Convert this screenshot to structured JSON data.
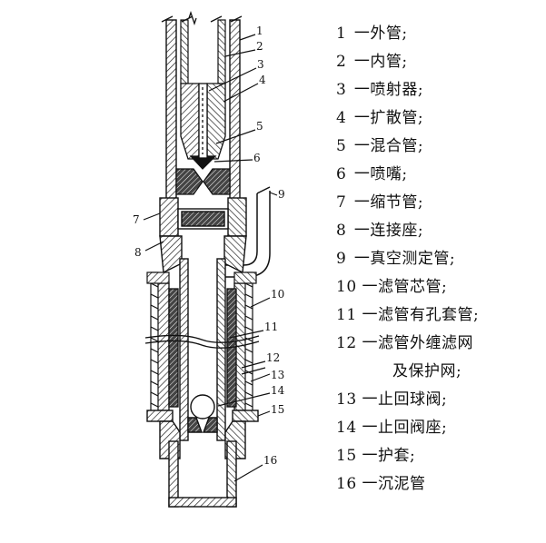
{
  "callouts": [
    "1",
    "2",
    "3",
    "4",
    "5",
    "6",
    "7",
    "8",
    "9",
    "10",
    "11",
    "12",
    "13",
    "14",
    "15",
    "16"
  ],
  "legend": [
    {
      "num": "1",
      "text": "一外管;"
    },
    {
      "num": "2",
      "text": "一内管;"
    },
    {
      "num": "3",
      "text": "一喷射器;"
    },
    {
      "num": "4",
      "text": "一扩散管;"
    },
    {
      "num": "5",
      "text": "一混合管;"
    },
    {
      "num": "6",
      "text": "一喷嘴;"
    },
    {
      "num": "7",
      "text": "一缩节管;"
    },
    {
      "num": "8",
      "text": "一连接座;"
    },
    {
      "num": "9",
      "text": "一真空测定管;"
    },
    {
      "num": "10",
      "text": "一滤管芯管;"
    },
    {
      "num": "11",
      "text": "一滤管有孔套管;"
    },
    {
      "num": "12",
      "text": " 一滤管外缠滤网"
    },
    {
      "num": "",
      "text": "及保护网;"
    },
    {
      "num": "13",
      "text": "一止回球阀;"
    },
    {
      "num": "14",
      "text": "一止回阀座;"
    },
    {
      "num": "15",
      "text": "一护套;"
    },
    {
      "num": "16",
      "text": "一沉泥管"
    }
  ]
}
